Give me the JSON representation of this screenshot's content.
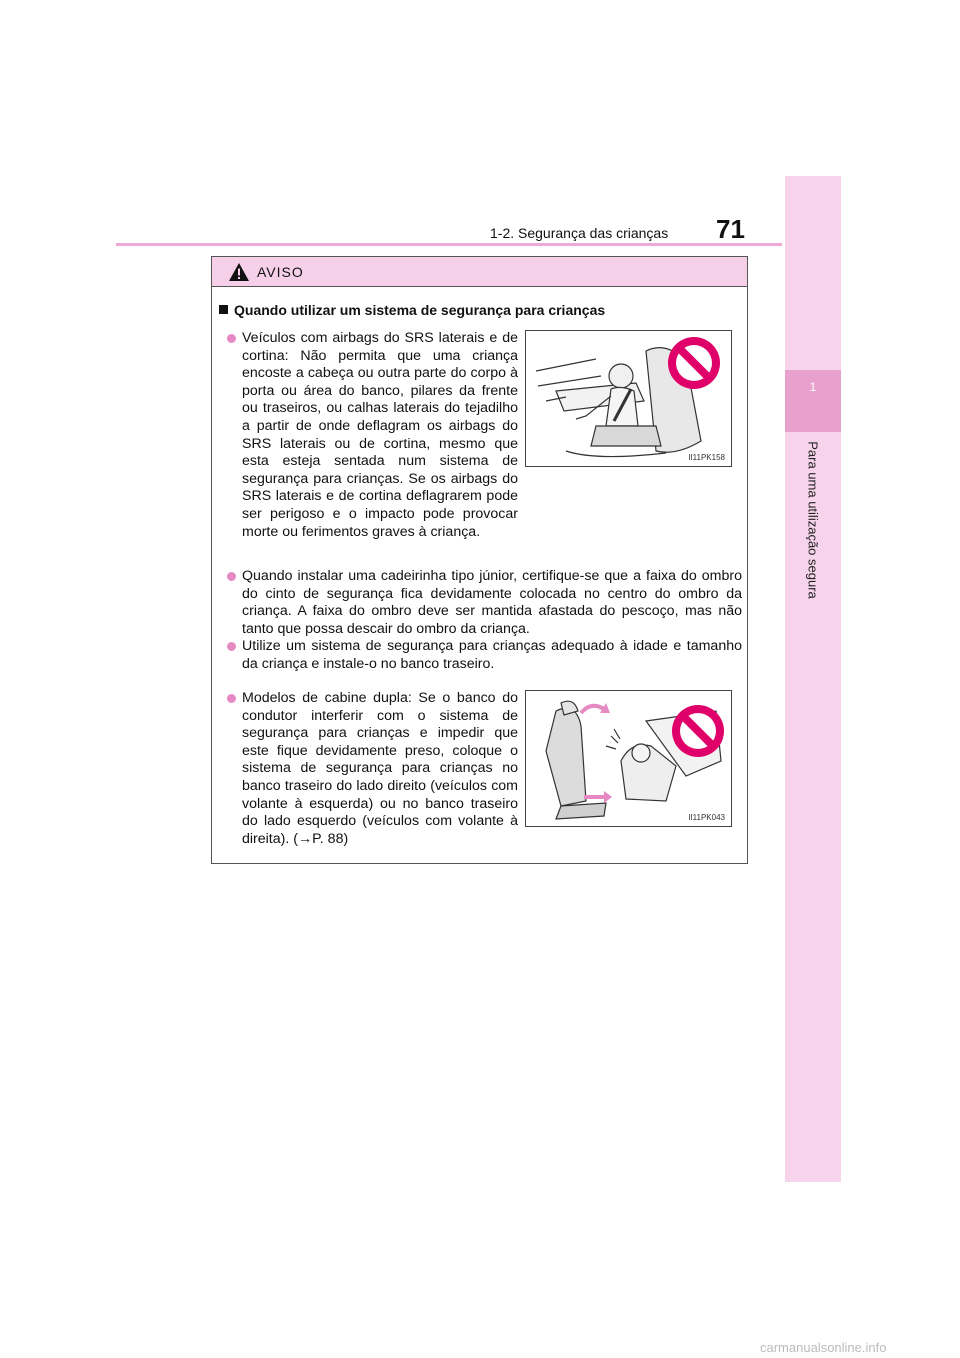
{
  "header": {
    "section": "1-2. Segurança das crianças",
    "page_number": "71"
  },
  "side_tab": {
    "chapter_number": "1",
    "chapter_title": "Para uma utilização segura"
  },
  "warning": {
    "label": "AVISO",
    "icon": "warning-triangle-icon",
    "section_title": "Quando utilizar um sistema de segurança para crianças",
    "bullets": [
      "Veículos com airbags do SRS laterais e de cortina: Não permita que uma criança encoste a cabeça ou outra parte do corpo à porta ou área do banco, pilares da frente ou traseiros, ou calhas laterais do tejadilho a partir de onde deflagram os airbags do SRS laterais ou de cortina, mesmo que esta esteja sentada num sistema de segurança para crianças. Se os airbags do SRS laterais e de cortina deflagrarem pode ser perigoso e o impacto pode provocar morte ou ferimentos graves à criança.",
      "Quando instalar uma cadeirinha tipo júnior, certifique-se que a faixa do ombro do cinto de segurança fica devidamente colocada no centro do ombro da criança. A faixa do ombro deve ser mantida afastada do pescoço, mas não tanto que possa descair do ombro da criança.",
      "Utilize um sistema de segurança para crianças adequado à idade e tamanho da criança e instale-o no banco traseiro.",
      "Modelos de cabine dupla: Se o banco do condutor interferir com o sistema de segurança para crianças e impedir que este fique devidamente preso, coloque o sistema de segurança para crianças no banco traseiro do lado direito (veículos com volante à esquerda) ou no banco traseiro do lado esquerdo (veículos com volante à direita). (→P. 88)"
    ],
    "figures": [
      {
        "code": "II11PK158",
        "icon": "prohibition-icon"
      },
      {
        "code": "II11PK043",
        "icon": "prohibition-icon"
      }
    ]
  },
  "footer": {
    "watermark": "carmanualsonline.info"
  },
  "colors": {
    "accent_pink": "#e68ac4",
    "header_pink": "#f6d0e8",
    "side_band": "#f7d4ec",
    "prohibit_red": "#e0006a"
  }
}
